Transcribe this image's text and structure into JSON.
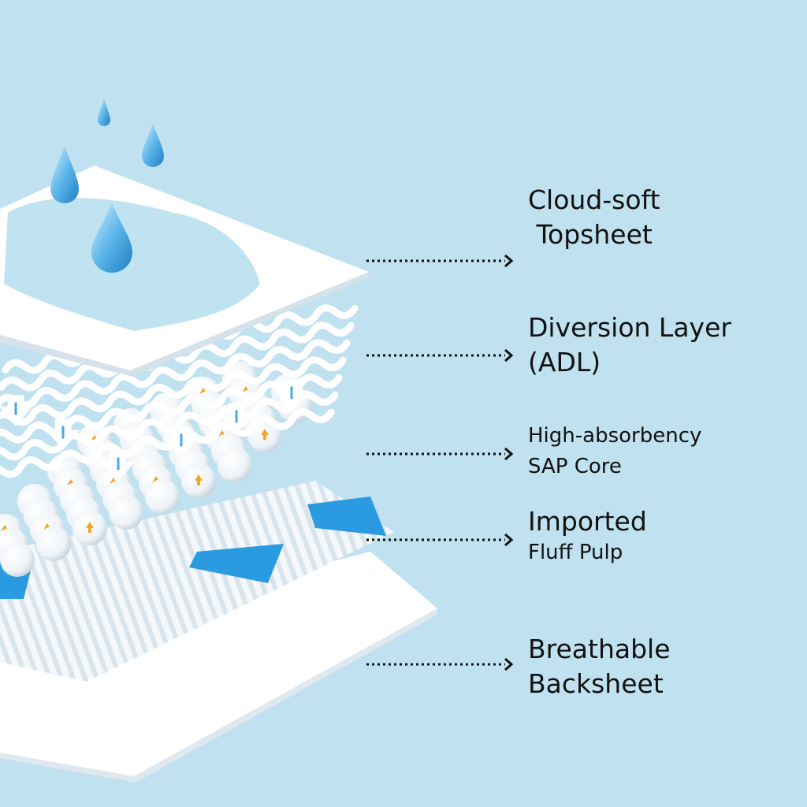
{
  "title": "Diaper layer structure",
  "colors": {
    "background": "#bfe1f0",
    "sheet": "#ffffff",
    "water": "#4aa8e0",
    "arrow_up": "#f2a52a"
  },
  "layers": [
    {
      "line1": "Cloud-soft",
      "line2": " Topsheet"
    },
    {
      "line1": "Diversion Layer",
      "line2": "(ADL)"
    },
    {
      "line1": "High-absorbency",
      "line2": "SAP Core"
    },
    {
      "line1": "Imported",
      "line2": "Fluff Pulp"
    },
    {
      "line1": "Breathable",
      "line2": "Backsheet"
    }
  ]
}
